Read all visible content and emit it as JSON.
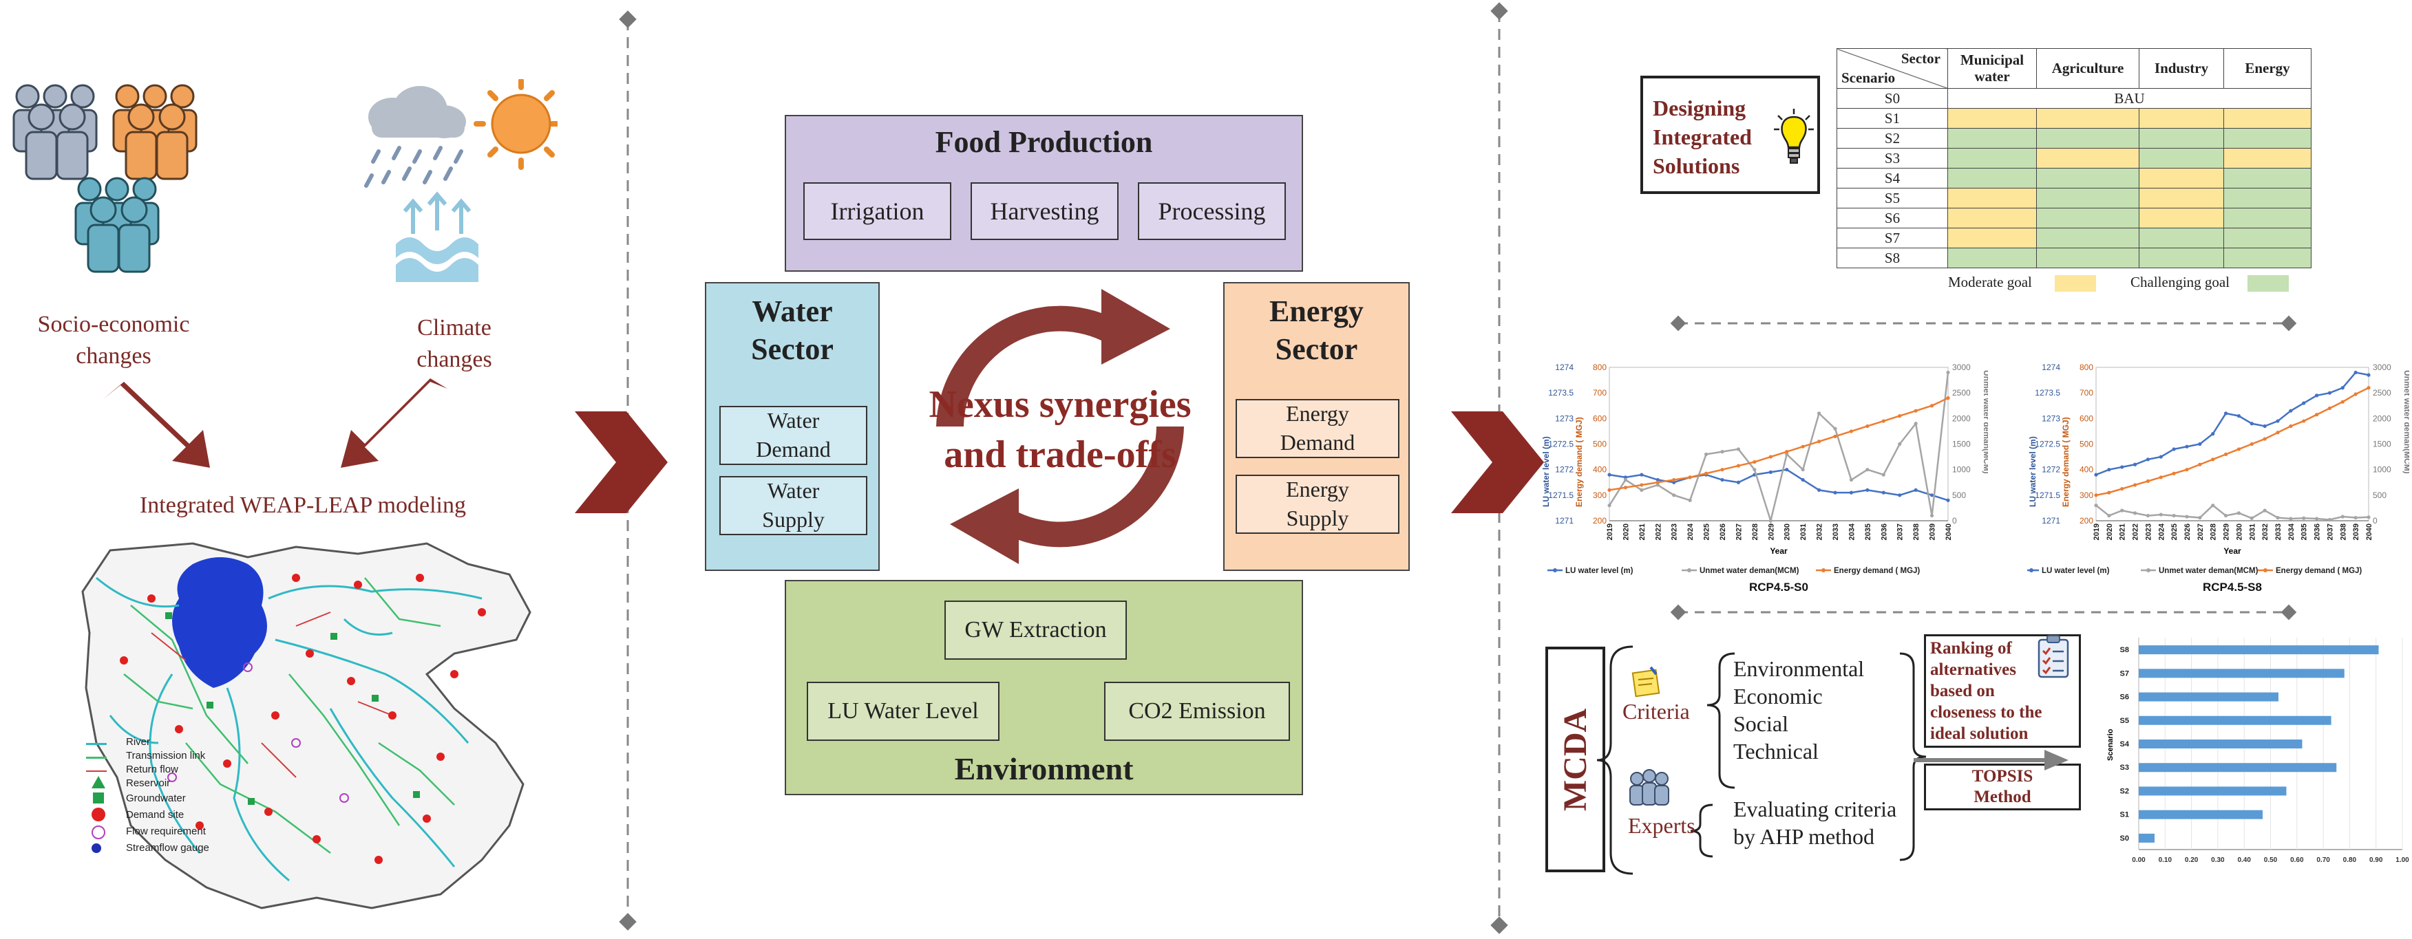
{
  "drivers": {
    "socio": "Socio-economic\nchanges",
    "climate": "Climate\nchanges",
    "model": "Integrated WEAP-LEAP modeling"
  },
  "map_legend": [
    "River",
    "Transmission link",
    "Return flow",
    "Reservoir",
    "Groundwater",
    "Demand site",
    "Flow requirement",
    "Streamflow gauge"
  ],
  "nexus": {
    "food": {
      "title": "Food Production",
      "items": [
        "Irrigation",
        "Harvesting",
        "Processing"
      ]
    },
    "water": {
      "title": "Water\nSector",
      "items": [
        "Water\nDemand",
        "Water\nSupply"
      ]
    },
    "energy": {
      "title": "Energy\nSector",
      "items": [
        "Energy\nDemand",
        "Energy\nSupply"
      ]
    },
    "env": {
      "title": "Environment",
      "items": [
        "GW Extraction",
        "LU Water Level",
        "CO2 Emission"
      ]
    },
    "center": "Nexus synergies\nand trade-offs"
  },
  "design": {
    "label": "Designing\nIntegrated\nSolutions",
    "corner_sector": "Sector",
    "corner_scenario": "Scenario",
    "columns": [
      "Municipal\nwater",
      "Agriculture",
      "Industry",
      "Energy"
    ],
    "bau": "BAU",
    "rows": [
      {
        "name": "S0",
        "cells": []
      },
      {
        "name": "S1",
        "cells": [
          "m",
          "m",
          "m",
          "m"
        ]
      },
      {
        "name": "S2",
        "cells": [
          "c",
          "c",
          "c",
          "c"
        ]
      },
      {
        "name": "S3",
        "cells": [
          "c",
          "m",
          "c",
          "m"
        ]
      },
      {
        "name": "S4",
        "cells": [
          "c",
          "c",
          "m",
          "c"
        ]
      },
      {
        "name": "S5",
        "cells": [
          "m",
          "c",
          "m",
          "c"
        ]
      },
      {
        "name": "S6",
        "cells": [
          "m",
          "c",
          "m",
          "c"
        ]
      },
      {
        "name": "S7",
        "cells": [
          "m",
          "c",
          "c",
          "c"
        ]
      },
      {
        "name": "S8",
        "cells": [
          "c",
          "c",
          "c",
          "c"
        ]
      }
    ],
    "legend_moderate": "Moderate goal",
    "legend_challenging": "Challenging goal",
    "colors": {
      "moderate": "#fde59a",
      "challenging": "#c5e0b3"
    }
  },
  "chart_data": [
    {
      "type": "line",
      "title": "RCP4.5-S0",
      "xlabel": "Year",
      "y1_label": "LU water level (m)",
      "y2_label": "Energy demand ( MGJ)",
      "y3_label": "Unmet water deman(MCM)",
      "y1_ticks": [
        "1271",
        "1271.5",
        "1272",
        "1272.5",
        "1273",
        "1273.5",
        "1274"
      ],
      "y2_ticks": [
        "200",
        "300",
        "400",
        "500",
        "600",
        "700",
        "800"
      ],
      "y3_ticks": [
        "0",
        "500",
        "1000",
        "1500",
        "2000",
        "2500",
        "3000"
      ],
      "x": [
        2019,
        2020,
        2021,
        2022,
        2023,
        2024,
        2025,
        2026,
        2027,
        2028,
        2029,
        2030,
        2031,
        2032,
        2033,
        2034,
        2035,
        2036,
        2037,
        2038,
        2039,
        2040
      ],
      "series": [
        {
          "name": "LU water level (m)",
          "axis": "y1",
          "values": [
            1271.9,
            1271.85,
            1271.9,
            1271.8,
            1271.75,
            1271.85,
            1271.9,
            1271.8,
            1271.75,
            1271.9,
            1271.95,
            1272.0,
            1271.8,
            1271.6,
            1271.55,
            1271.55,
            1271.6,
            1271.55,
            1271.5,
            1271.6,
            1271.5,
            1271.4
          ]
        },
        {
          "name": "Unmet water deman(MCM)",
          "axis": "y3",
          "values": [
            300,
            800,
            600,
            700,
            500,
            400,
            1300,
            1350,
            1400,
            1000,
            0,
            1300,
            1000,
            2100,
            1800,
            800,
            1000,
            900,
            1500,
            1900,
            100,
            2900
          ]
        },
        {
          "name": "Energy demand ( MGJ)",
          "axis": "y2",
          "values": [
            320,
            330,
            340,
            350,
            360,
            370,
            385,
            400,
            415,
            430,
            450,
            470,
            490,
            510,
            530,
            550,
            570,
            590,
            610,
            630,
            650,
            680
          ]
        }
      ],
      "colors": [
        "#4472c4",
        "#a5a5a5",
        "#ed7d31"
      ]
    },
    {
      "type": "line",
      "title": "RCP4.5-S8",
      "xlabel": "Year",
      "y1_label": "LU water level (m)",
      "y2_label": "Energy demand ( MGJ)",
      "y3_label": "Unmet water deman(MCM)",
      "y1_ticks": [
        "1271",
        "1271.5",
        "1272",
        "1272.5",
        "1273",
        "1273.5",
        "1274"
      ],
      "y2_ticks": [
        "200",
        "300",
        "400",
        "500",
        "600",
        "700",
        "800"
      ],
      "y3_ticks": [
        "0",
        "500",
        "1000",
        "1500",
        "2000",
        "2500",
        "3000"
      ],
      "x": [
        2019,
        2020,
        2021,
        2022,
        2023,
        2024,
        2025,
        2026,
        2027,
        2028,
        2029,
        2030,
        2031,
        2032,
        2033,
        2034,
        2035,
        2036,
        2037,
        2038,
        2039,
        2040
      ],
      "series": [
        {
          "name": "LU water level (m)",
          "axis": "y1",
          "values": [
            1271.9,
            1272.0,
            1272.05,
            1272.1,
            1272.2,
            1272.25,
            1272.4,
            1272.45,
            1272.5,
            1272.7,
            1273.1,
            1273.05,
            1272.9,
            1272.85,
            1272.95,
            1273.15,
            1273.3,
            1273.45,
            1273.5,
            1273.6,
            1273.9,
            1273.85
          ]
        },
        {
          "name": "Unmet water deman(MCM)",
          "axis": "y3",
          "values": [
            300,
            100,
            200,
            150,
            100,
            120,
            100,
            80,
            60,
            300,
            100,
            150,
            50,
            200,
            60,
            40,
            50,
            40,
            20,
            80,
            60,
            70
          ]
        },
        {
          "name": "Energy demand ( MGJ)",
          "axis": "y2",
          "values": [
            300,
            310,
            325,
            340,
            355,
            370,
            385,
            400,
            420,
            440,
            460,
            480,
            500,
            520,
            545,
            570,
            590,
            615,
            640,
            665,
            695,
            720
          ]
        }
      ],
      "colors": [
        "#4472c4",
        "#a5a5a5",
        "#ed7d31"
      ]
    },
    {
      "type": "bar",
      "orientation": "horizontal",
      "ylabel": "Scenario",
      "categories": [
        "S8",
        "S7",
        "S6",
        "S5",
        "S4",
        "S3",
        "S2",
        "S1",
        "S0"
      ],
      "values": [
        0.91,
        0.78,
        0.53,
        0.73,
        0.62,
        0.75,
        0.56,
        0.47,
        0.06
      ],
      "xlim": [
        0,
        1
      ],
      "x_ticks": [
        "0.00",
        "0.10",
        "0.20",
        "0.30",
        "0.40",
        "0.50",
        "0.60",
        "0.70",
        "0.80",
        "0.90",
        "1.00"
      ],
      "colors": [
        "#5b9bd5"
      ]
    }
  ],
  "mcda": {
    "title": "MCDA",
    "criteria": "Criteria",
    "experts": "Experts",
    "criteria_list": [
      "Environmental",
      "Economic",
      "Social",
      "Technical"
    ],
    "ahp": "Evaluating criteria\nby AHP method",
    "ranking": "Ranking of\nalternatives\nbased on\ncloseness to the\nideal solution",
    "topsis": "TOPSIS\nMethod"
  }
}
